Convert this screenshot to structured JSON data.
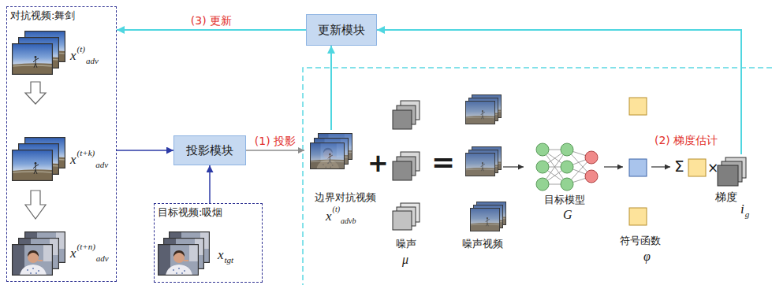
{
  "diagram": {
    "nodes": [
      {
        "text": [
          "对抗视频:舞剑",
          "x",
          "(t)",
          "adv",
          "x",
          "(t+k)",
          "adv",
          "x",
          "(t+n)",
          "adv"
        ]
      },
      {
        "text": [
          "投影模块"
        ]
      },
      {
        "text": [
          "目标视频:吸烟",
          "x",
          "tgt"
        ]
      },
      {
        "text": [
          "更新模块"
        ]
      },
      {
        "text": [
          "边界对抗视频",
          "x",
          "(t)",
          "advb"
        ]
      },
      {
        "text": [
          "梯度",
          "i",
          "g"
        ]
      }
    ],
    "edges": [
      {
        "from": 0,
        "to": 1,
        "arrow": "to"
      },
      {
        "from": 2,
        "to": 1,
        "arrow": "to"
      },
      {
        "from": 1,
        "to": 4,
        "arrow": "to",
        "label": "(1) 投影"
      },
      {
        "from": 4,
        "to": 3,
        "arrow": "to"
      },
      {
        "from": 5,
        "to": 3,
        "arrow": "to"
      },
      {
        "from": 3,
        "to": 0,
        "arrow": "to",
        "label": "(3) 更新"
      }
    ],
    "labels": [
      "+",
      "=",
      "噪声",
      "μ",
      "噪声视频",
      "目标模型",
      "G",
      "(2) 梯度估计",
      "符号函数",
      "φ",
      "Σ",
      "×"
    ]
  }
}
